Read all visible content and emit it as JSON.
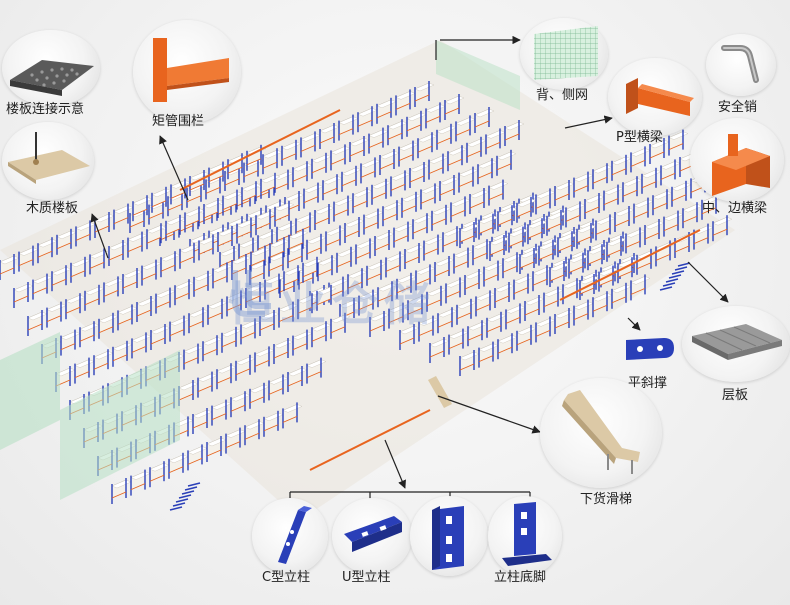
{
  "title": "",
  "watermark": "恒业仓储",
  "colors": {
    "upright_blue": "#2a3fb8",
    "beam_orange": "#e8641e",
    "deck_white": "#f4f1ea",
    "mesh_green": "#b7e0c4",
    "slide_tan": "#dcc9a6",
    "pipe_gray": "#8a8a8a"
  },
  "components": [
    {
      "id": "floor-connection",
      "label": "楼板连接示意",
      "icon": "perforated-plate-icon"
    },
    {
      "id": "short-tube-fence",
      "label": "矩管围栏",
      "icon": "orange-fence-icon"
    },
    {
      "id": "wood-floor",
      "label": "木质楼板",
      "icon": "wood-board-icon"
    },
    {
      "id": "back-side-mesh",
      "label": "背、侧网",
      "icon": "mesh-panel-icon"
    },
    {
      "id": "p-beam",
      "label": "P型横梁",
      "icon": "p-beam-icon"
    },
    {
      "id": "safety-pin",
      "label": "安全销",
      "icon": "safety-pin-icon"
    },
    {
      "id": "mid-edge-beam",
      "label": "中、边横梁",
      "icon": "orange-beam-icon"
    },
    {
      "id": "flat-brace",
      "label": "平斜撑",
      "icon": "brace-clip-icon"
    },
    {
      "id": "shelf-panel",
      "label": "层板",
      "icon": "steel-panel-icon"
    },
    {
      "id": "cargo-slide",
      "label": "下货滑梯",
      "icon": "slide-icon"
    },
    {
      "id": "c-upright",
      "label": "C型立柱",
      "icon": "c-upright-icon"
    },
    {
      "id": "u-upright",
      "label": "U型立柱",
      "icon": "u-upright-icon"
    },
    {
      "id": "upright-base",
      "label": "立柱底脚",
      "icon": "base-plate-icon"
    }
  ]
}
